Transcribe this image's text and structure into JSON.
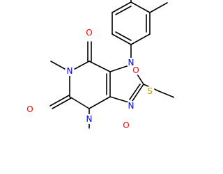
{
  "colors": {
    "bond": "#000000",
    "carbon": "#000000",
    "oxygen": "#ff0000",
    "nitrogen": "#0000ff",
    "sulfur": "#c8a000"
  },
  "molecule": {
    "atoms": [
      {
        "id": "O6",
        "element": "oxygen",
        "label": "O"
      },
      {
        "id": "N1",
        "element": "nitrogen",
        "label": "N"
      },
      {
        "id": "O2",
        "element": "oxygen",
        "label": "O"
      },
      {
        "id": "N3",
        "element": "nitrogen",
        "label": "N"
      },
      {
        "id": "N7",
        "element": "nitrogen",
        "label": "N"
      },
      {
        "id": "N9",
        "element": "nitrogen",
        "label": "N"
      },
      {
        "id": "S",
        "element": "sulfur",
        "label": "S"
      },
      {
        "id": "Ocarbonyl",
        "element": "oxygen",
        "label": "O"
      },
      {
        "id": "Oester",
        "element": "oxygen",
        "label": "O"
      }
    ]
  }
}
